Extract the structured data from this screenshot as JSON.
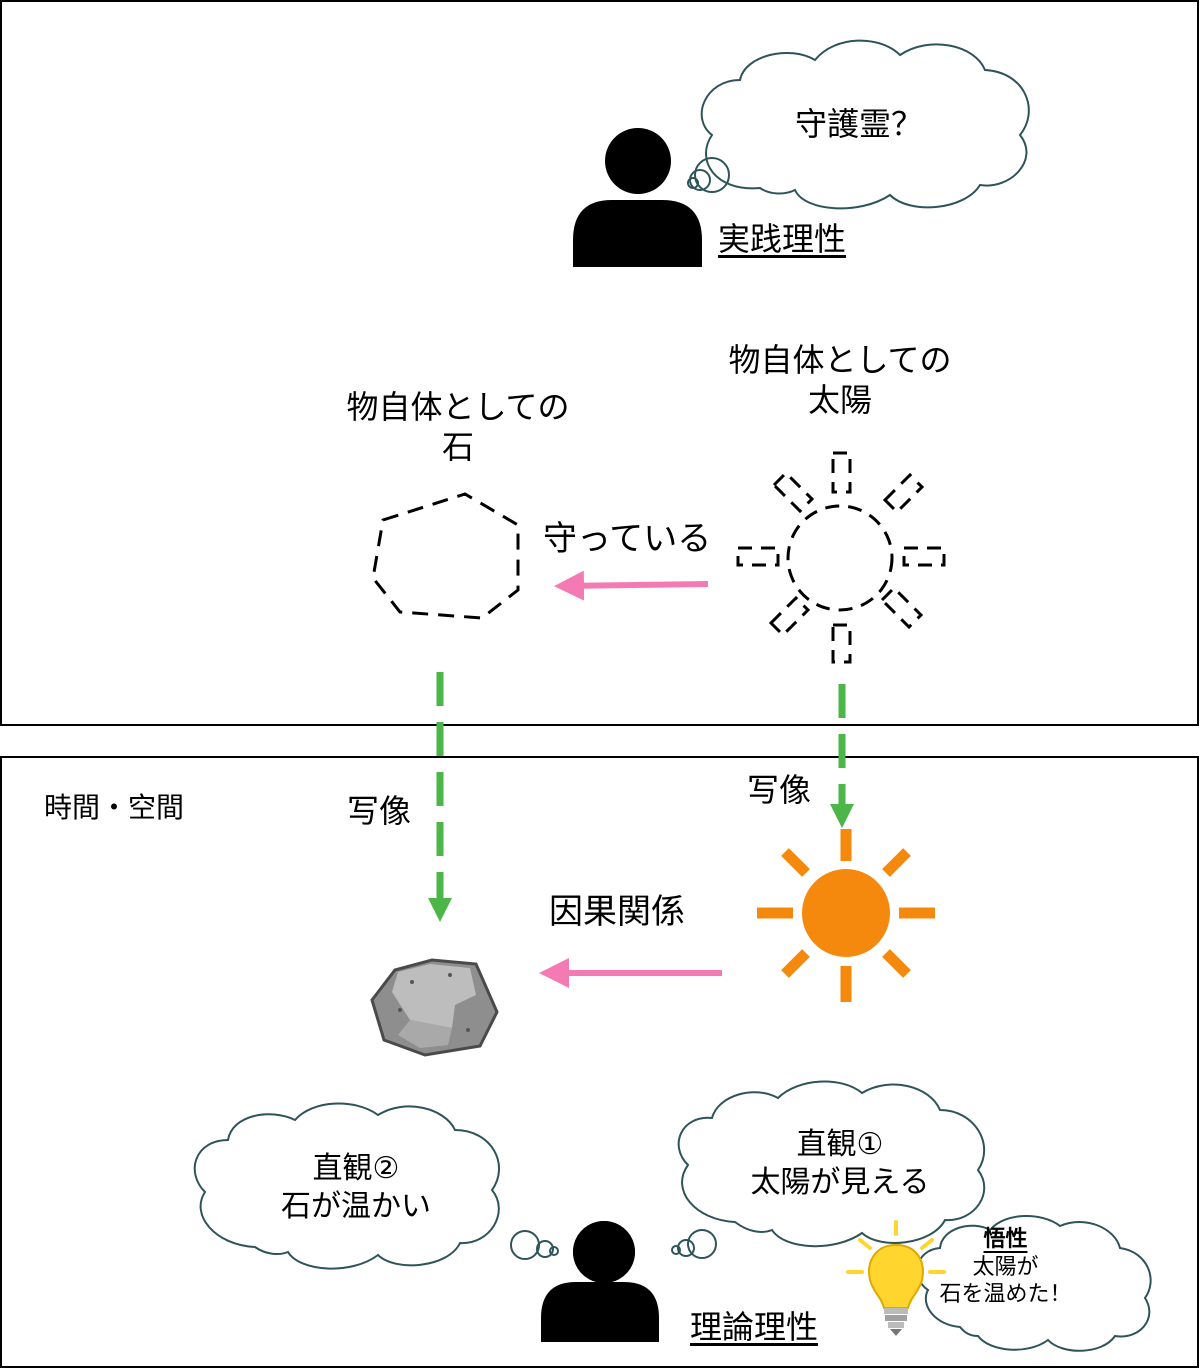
{
  "upper_panel": {
    "practical_reason_label": "実践理性",
    "thought_text": "守護霊？",
    "sun_in_itself_line1": "物自体としての",
    "sun_in_itself_line2": "太陽",
    "stone_in_itself_line1": "物自体としての",
    "stone_in_itself_line2": "石",
    "protecting_label": "守っている"
  },
  "lower_panel": {
    "space_time_label": "時間・空間",
    "mapping_label_left": "写像",
    "mapping_label_right": "写像",
    "causality_label": "因果関係",
    "intuition2_line1": "直観②",
    "intuition2_line2": "石が温かい",
    "intuition1_line1": "直観①",
    "intuition1_line2": "太陽が見える",
    "understanding_title": "悟性",
    "understanding_line1": "太陽が",
    "understanding_line2": "石を温めた！",
    "theoretical_reason_label": "理論理性"
  },
  "colors": {
    "sun_orange": "#F4890E",
    "arrow_pink": "#F47AB4",
    "arrow_green": "#4CB648",
    "cloud_stroke": "#2E5459",
    "bulb_yellow": "#FFD52E",
    "stone_gray": "#8E8E8E"
  }
}
